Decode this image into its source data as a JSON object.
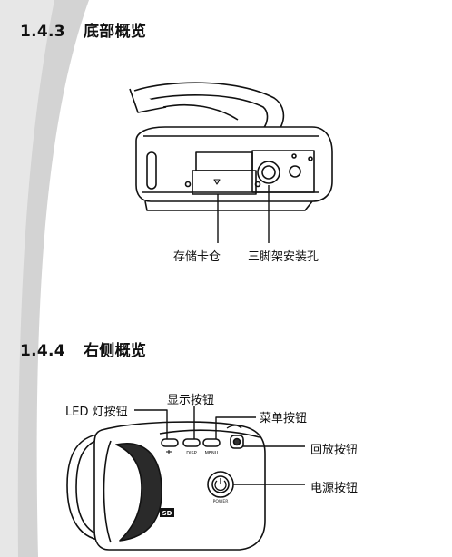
{
  "sections": [
    {
      "number": "1.4.3",
      "title": "底部概览",
      "callouts": {
        "card_slot": "存储卡仓",
        "tripod_hole": "三脚架安装孔"
      }
    },
    {
      "number": "1.4.4",
      "title": "右侧概览",
      "callouts": {
        "led_button": "LED 灯按钮",
        "display_button": "显示按钮",
        "menu_button": "菜单按钮",
        "playback_button": "回放按钮",
        "power_button": "电源按钮"
      },
      "device_marks": {
        "disp": "DISP",
        "menu": "MENU",
        "power": "POWER",
        "sd_logo": "SD"
      }
    }
  ],
  "colors": {
    "page_background": "#ffffff",
    "corner_band": "#cfcfcf",
    "ink": "#111111"
  }
}
